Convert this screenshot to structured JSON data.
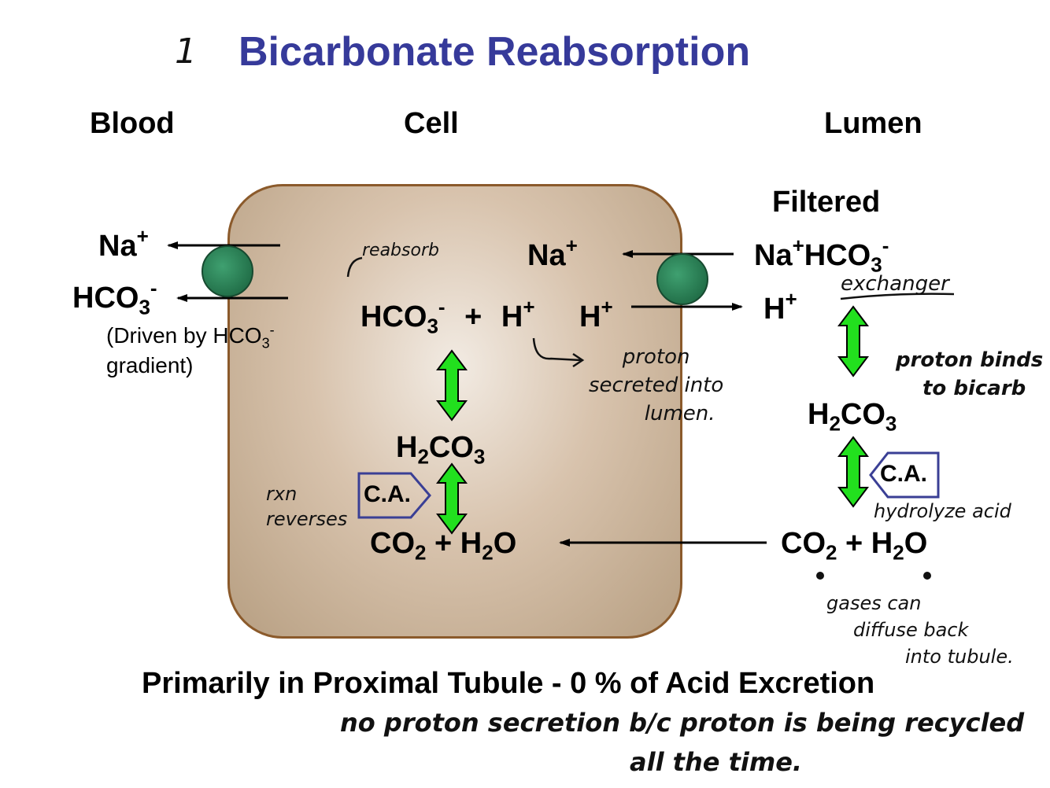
{
  "slide": {
    "number_handwritten": "1",
    "title": "Bicarbonate Reabsorption"
  },
  "columns": {
    "blood": "Blood",
    "cell": "Cell",
    "lumen": "Lumen"
  },
  "blood": {
    "na": "Na",
    "na_charge": "+",
    "hco3_base": "HCO",
    "hco3_sub": "3",
    "hco3_charge": "-",
    "note_line1_a": "(Driven by HCO",
    "note_sub": "3",
    "note_sup": "-",
    "note_line2": "gradient)"
  },
  "cell": {
    "na": "Na",
    "na_charge": "+",
    "hco3_base": "HCO",
    "hco3_sub": "3",
    "hco3_charge": "-",
    "plus": "+",
    "h": "H",
    "h_charge": "+",
    "h2": "H",
    "h2_charge": "+",
    "h2co3_a": "H",
    "h2co3_sub1": "2",
    "h2co3_b": "CO",
    "h2co3_sub2": "3",
    "ca": "C.A.",
    "co2_a": "CO",
    "co2_sub": "2",
    "co2_plus": "+ H",
    "h2o_sub": "2",
    "h2o_o": "O"
  },
  "lumen": {
    "filtered": "Filtered",
    "na": "Na",
    "na_charge": "+",
    "hco3_base": "HCO",
    "hco3_sub": "3",
    "hco3_charge": "-",
    "h": "H",
    "h_charge": "+",
    "h2co3_a": "H",
    "h2co3_sub1": "2",
    "h2co3_b": "CO",
    "h2co3_sub2": "3",
    "ca": "C.A.",
    "co2_a": "CO",
    "co2_sub": "2",
    "co2_plus": "+ H",
    "h2o_sub": "2",
    "h2o_o": "O"
  },
  "footer": "Primarily in Proximal Tubule - 0 % of Acid Excretion",
  "handwritten_notes": {
    "reabsorb": "reabsorb",
    "exchanger": "exchanger",
    "proton_secreted_1": "proton",
    "proton_secreted_2": "secreted into",
    "proton_secreted_3": "lumen.",
    "proton_binds_1": "proton binds",
    "proton_binds_2": "to bicarb",
    "rxn_reverses_1": "rxn",
    "rxn_reverses_2": "reverses",
    "hydrolyze": "hydrolyze acid",
    "gases_1": "gases can",
    "gases_2": "diffuse back",
    "gases_3": "into tubule.",
    "bottom_1": "no proton secretion b/c proton is being recycled",
    "bottom_2": "all the time."
  },
  "colors": {
    "title": "#363a9a",
    "arrow_green": "#22e01e",
    "ca_box": "#3a3f95",
    "cell_border": "#8b5a2b"
  }
}
